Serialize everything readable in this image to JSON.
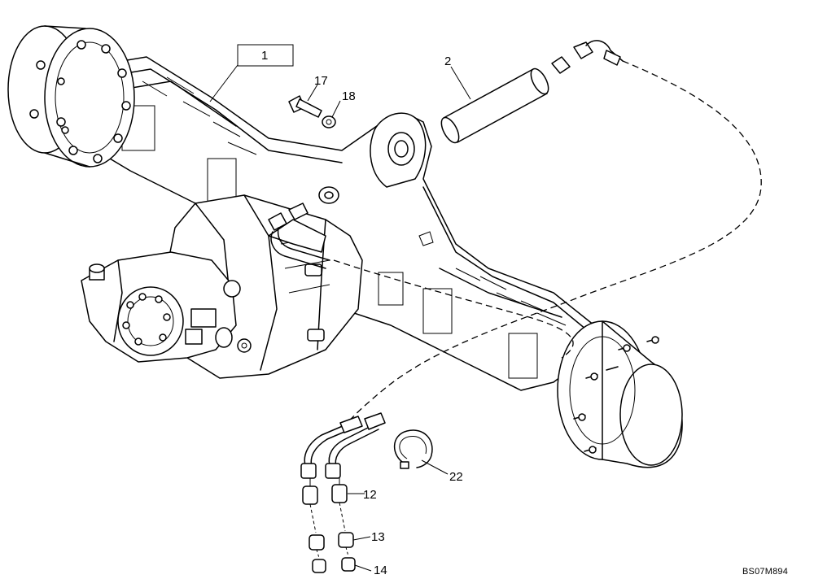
{
  "diagram": {
    "callouts": {
      "c1": "1",
      "c2": "2",
      "c12": "12",
      "c13": "13",
      "c14": "14",
      "c17": "17",
      "c18": "18",
      "c22": "22"
    },
    "drawing_code": "BS07M894"
  }
}
